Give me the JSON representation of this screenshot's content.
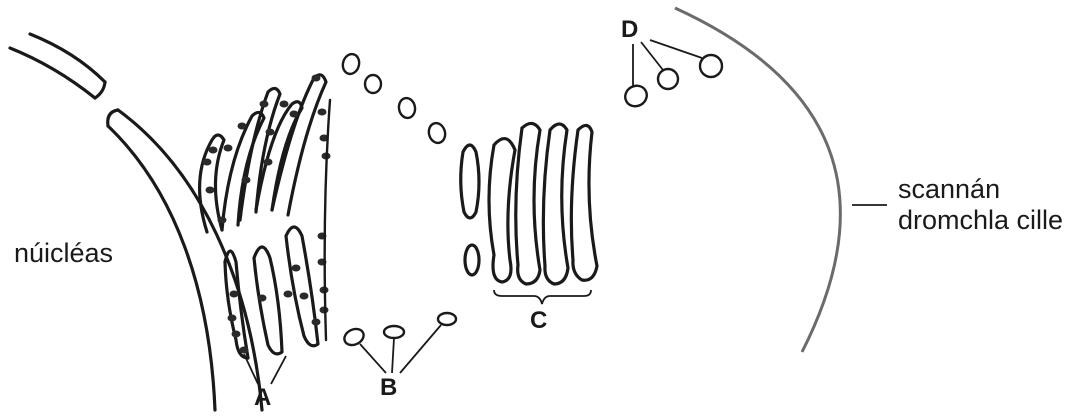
{
  "labels": {
    "a": "A",
    "b": "B",
    "c": "C",
    "d": "D",
    "nucleus": "núicléas",
    "membrane_line1": "scannán",
    "membrane_line2": "dromchla cille"
  },
  "colors": {
    "ink": "#1a1a1a",
    "ribosome": "#2a2a2a",
    "cell_membrane": "#6b6b6b"
  }
}
